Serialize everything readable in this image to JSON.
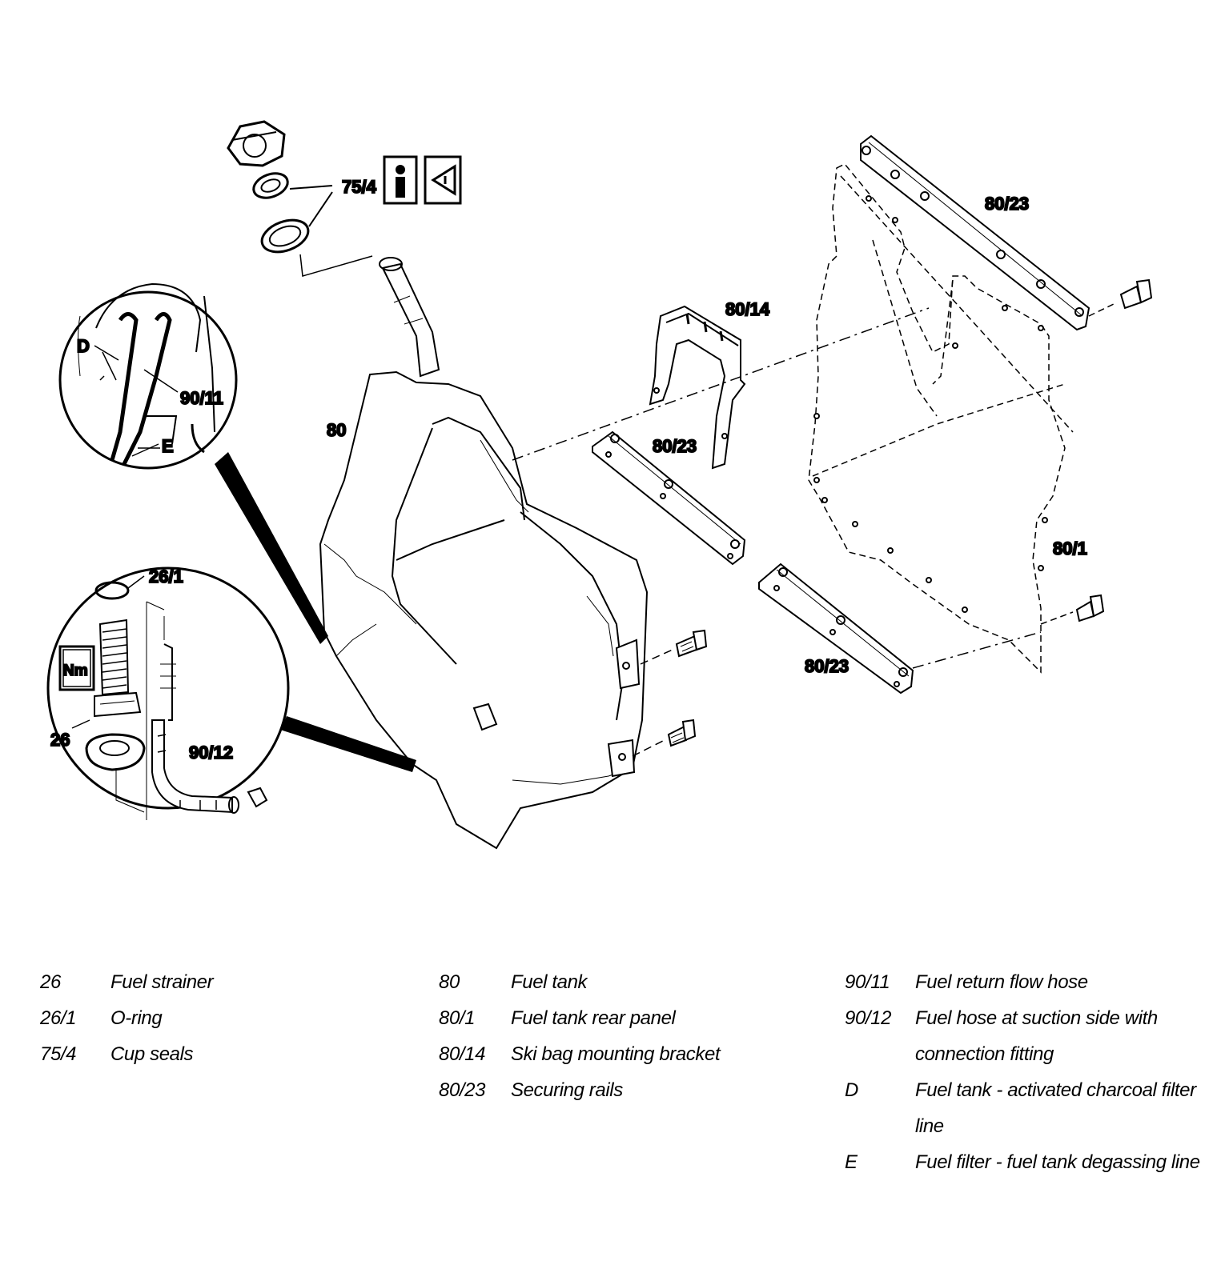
{
  "callouts": {
    "c_75_4": "75/4",
    "c_80_23_top": "80/23",
    "c_80_14": "80/14",
    "c_80": "80",
    "c_80_23_mid": "80/23",
    "c_80_1": "80/1",
    "c_80_23_bot": "80/23",
    "c_D": "D",
    "c_90_11": "90/11",
    "c_E": "E",
    "c_26_1": "26/1",
    "c_Nm": "Nm",
    "c_26": "26",
    "c_90_12": "90/12"
  },
  "symbols": {
    "info_box": "info-icon",
    "warning_box": "warning-triangle-icon",
    "torque_box": "Nm"
  },
  "legend": {
    "col1": [
      {
        "code": "26",
        "desc": "Fuel strainer"
      },
      {
        "code": "26/1",
        "desc": "O-ring"
      },
      {
        "code": "75/4",
        "desc": "Cup seals"
      }
    ],
    "col2": [
      {
        "code": "80",
        "desc": "Fuel tank"
      },
      {
        "code": "80/1",
        "desc": "Fuel tank rear panel"
      },
      {
        "code": "80/14",
        "desc": "Ski bag mounting bracket"
      },
      {
        "code": "80/23",
        "desc": "Securing rails"
      }
    ],
    "col3": [
      {
        "code": "90/11",
        "desc": "Fuel return flow hose"
      },
      {
        "code": "90/12",
        "desc": "Fuel hose at suction side with connection fitting"
      },
      {
        "code": "D",
        "desc": "Fuel tank - activated charcoal filter line"
      },
      {
        "code": "E",
        "desc": "Fuel filter - fuel tank degassing line"
      }
    ]
  }
}
